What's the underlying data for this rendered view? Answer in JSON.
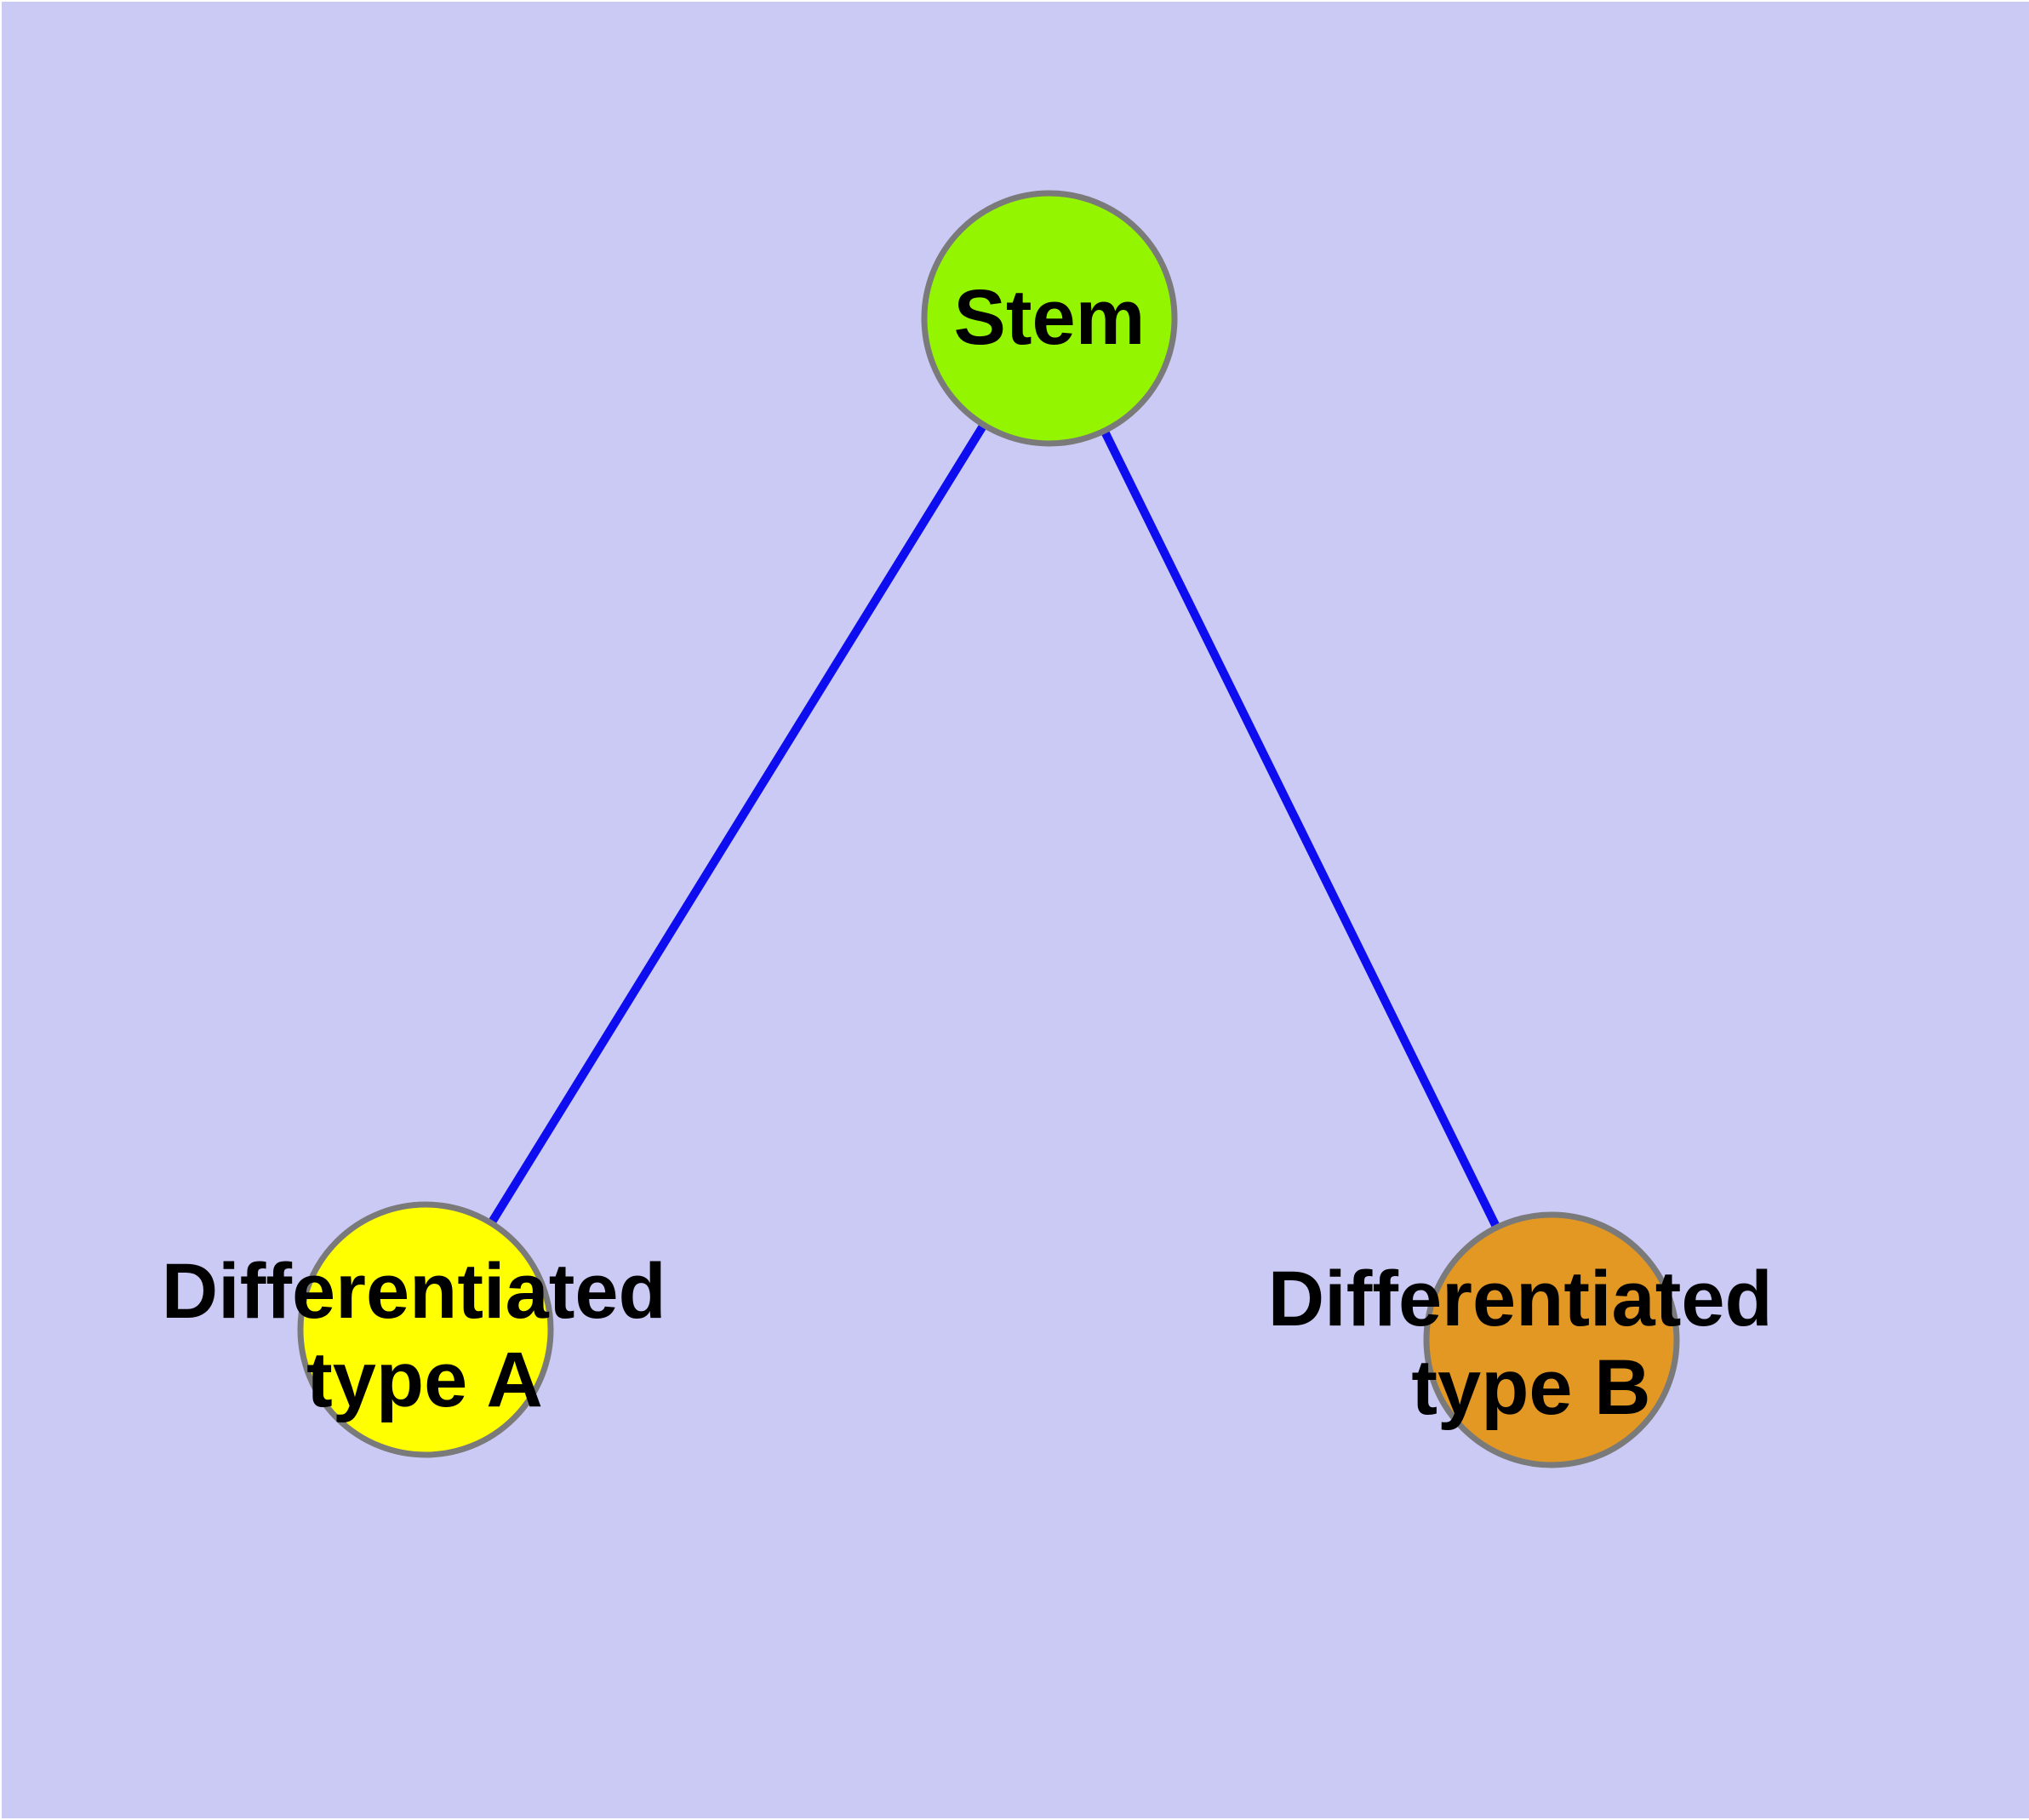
{
  "canvas": {
    "background_color": "#CACAF5",
    "frame_color": "#FFFFFF"
  },
  "graph": {
    "title": "",
    "nodes": [
      {
        "id": "stem",
        "label": "Stem",
        "fill": "#94F500",
        "stroke": "#7A7A7A",
        "text_color": "#000000"
      },
      {
        "id": "differentiated-type-a",
        "label_line1": "Differentiated",
        "label_line2": "type A",
        "label": "Differentiated type A",
        "fill": "#FFFF00",
        "stroke": "#7A7A7A",
        "text_color": "#000000"
      },
      {
        "id": "differentiated-type-b",
        "label_line1": "Differentiated",
        "label_line2": "type B",
        "label": "Differentiated type B",
        "fill": "#E29823",
        "stroke": "#7A7A7A",
        "text_color": "#000000"
      }
    ],
    "edges": [
      {
        "from": "stem",
        "to": "differentiated-type-a",
        "color": "#0D0DF0"
      },
      {
        "from": "stem",
        "to": "differentiated-type-b",
        "color": "#0D0DF0"
      }
    ]
  }
}
